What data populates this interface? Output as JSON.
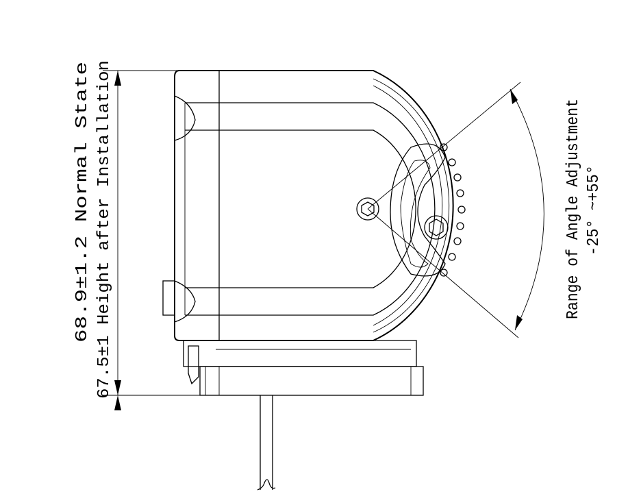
{
  "dimension": {
    "normal_state": "68.9±1.2 Normal State",
    "installed_height": "67.5±1 Height after Installation"
  },
  "angle": {
    "title": "Range of Angle Adjustment",
    "range": "-25° ~+55°"
  }
}
